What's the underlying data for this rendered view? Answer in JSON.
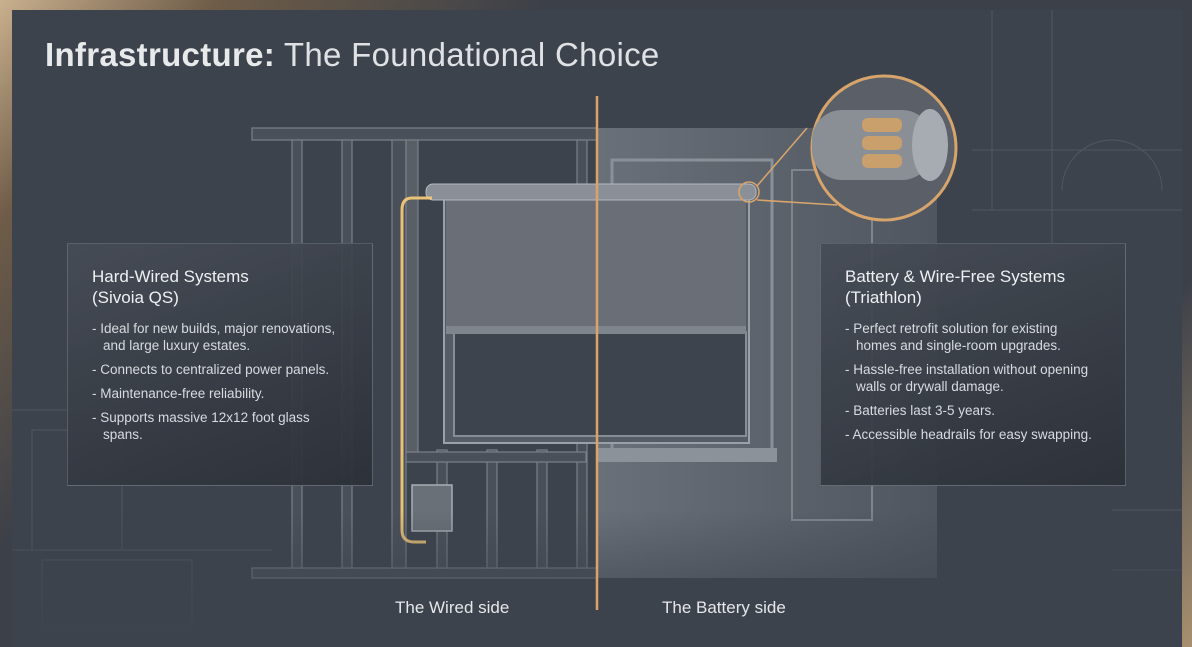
{
  "title": {
    "bold": "Infrastructure:",
    "rest": "The Foundational Choice"
  },
  "left_panel": {
    "heading_line1": "Hard-Wired Systems",
    "heading_line2": "(Sivoia QS)",
    "items": [
      "- Ideal for new builds, major renovations, and large luxury estates.",
      "- Connects to centralized power panels.",
      "- Maintenance-free reliability.",
      "- Supports massive 12x12 foot glass spans."
    ]
  },
  "right_panel": {
    "heading_line1": "Battery & Wire-Free Systems",
    "heading_line2": "(Triathlon)",
    "items": [
      "- Perfect retrofit solution for existing homes and single-room upgrades.",
      "- Hassle-free installation without opening walls or drywall damage.",
      "- Batteries last 3-5 years.",
      "- Accessible headrails for easy swapping."
    ]
  },
  "captions": {
    "wired": "The Wired side",
    "battery": "The Battery side"
  },
  "colors": {
    "background": "#3d434c",
    "accent_wire": "#f2c878",
    "divider": "#d9a36a"
  }
}
